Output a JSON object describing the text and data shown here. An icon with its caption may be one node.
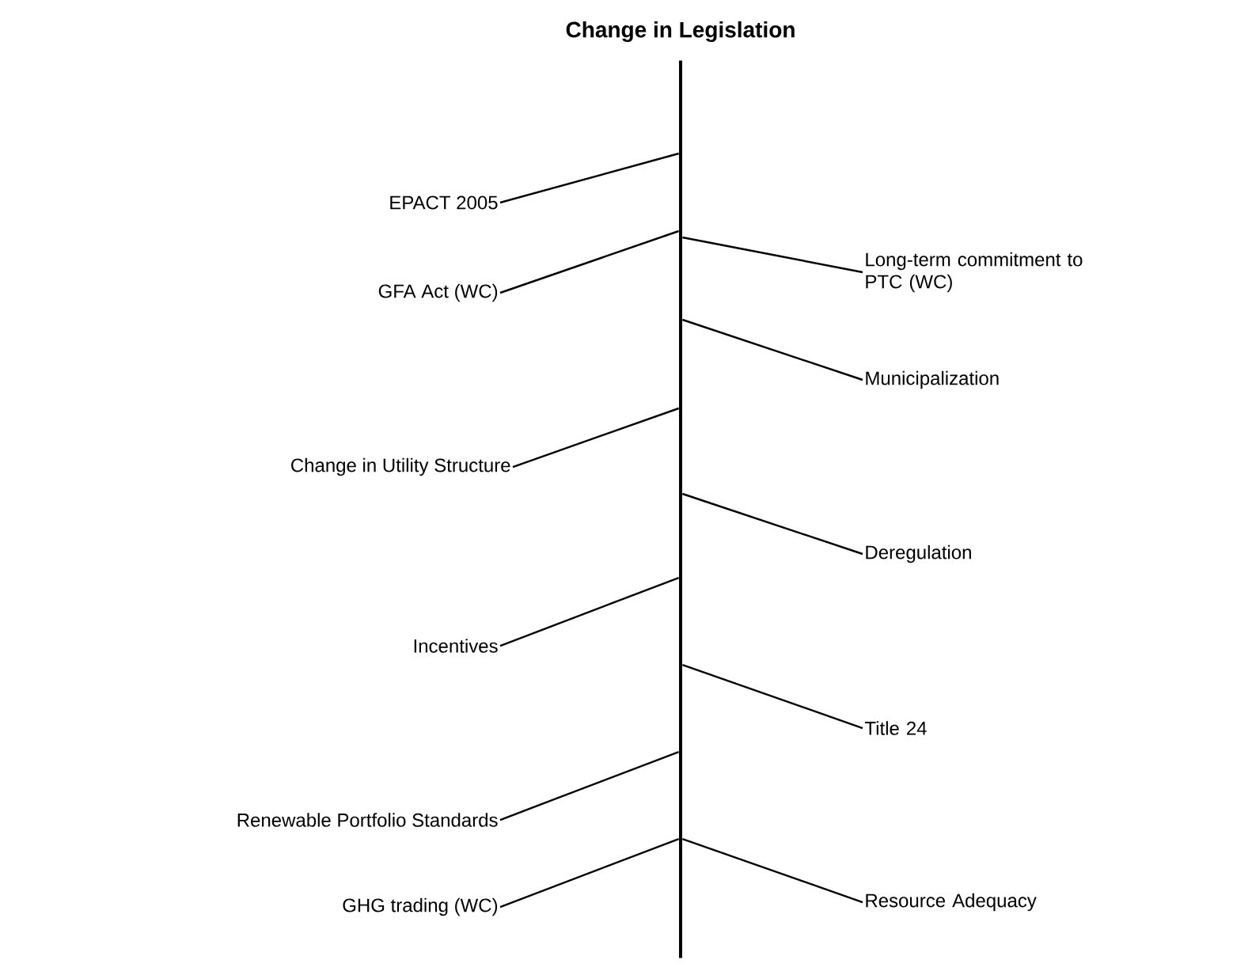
{
  "diagram": {
    "title": "Change in Legislation",
    "nodes": [
      {
        "text": [],
        "shape": "bar"
      },
      {
        "text": [
          "EPACT 2005"
        ]
      },
      {
        "text": [
          "Long-term commitment to PTC (WC)"
        ]
      },
      {
        "text": [
          "GFA Act (WC)"
        ]
      },
      {
        "text": [
          "Municipalization"
        ]
      },
      {
        "text": [
          "Change in Utility Structure"
        ]
      },
      {
        "text": [
          "Deregulation"
        ]
      },
      {
        "text": [
          "Incentives"
        ]
      },
      {
        "text": [
          "Title 24"
        ]
      },
      {
        "text": [
          "Renewable Portfolio Standards"
        ]
      },
      {
        "text": [
          "GHG trading (WC)"
        ]
      },
      {
        "text": [
          "Resource Adequacy"
        ]
      }
    ],
    "edges": [
      {
        "from": 1,
        "to": 0,
        "arrow": "none"
      },
      {
        "from": 2,
        "to": 0,
        "arrow": "none"
      },
      {
        "from": 3,
        "to": 0,
        "arrow": "none"
      },
      {
        "from": 4,
        "to": 0,
        "arrow": "none"
      },
      {
        "from": 5,
        "to": 0,
        "arrow": "none"
      },
      {
        "from": 6,
        "to": 0,
        "arrow": "none"
      },
      {
        "from": 7,
        "to": 0,
        "arrow": "none"
      },
      {
        "from": 8,
        "to": 0,
        "arrow": "none"
      },
      {
        "from": 9,
        "to": 0,
        "arrow": "none"
      },
      {
        "from": 10,
        "to": 0,
        "arrow": "none"
      },
      {
        "from": 11,
        "to": 0,
        "arrow": "none"
      }
    ]
  }
}
